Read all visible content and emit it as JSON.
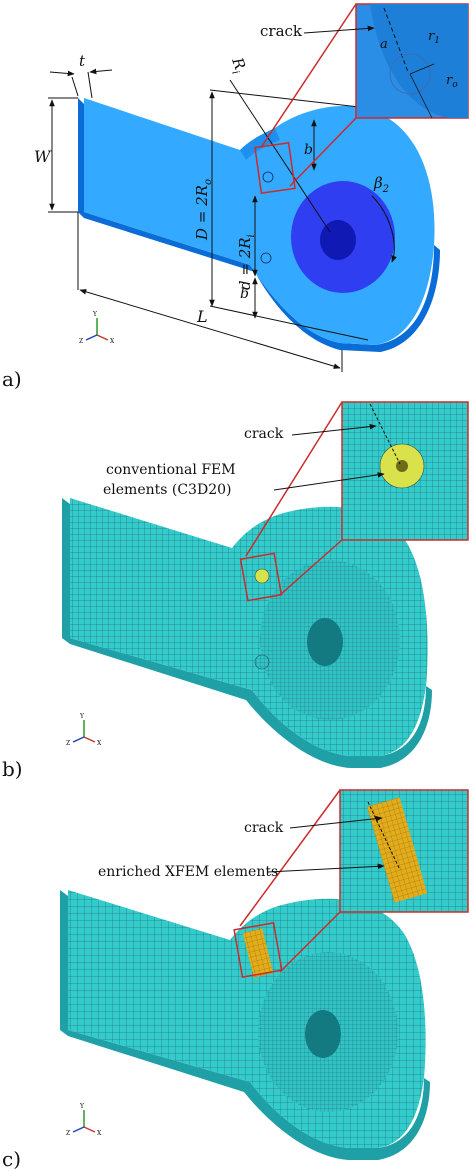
{
  "colors": {
    "part_light": "#33aaff",
    "part_mid": "#1e8fee",
    "part_dark": "#0a6cd6",
    "hole_ring": "#2f3ef0",
    "hole_inner": "#1019b4",
    "mesh": "#33cccc",
    "mesh_dark": "#1f9fa6",
    "mesh_line": "#2a4f55",
    "fem_yellow": "#d9e24a",
    "xfem_orange": "#e3ac1a",
    "callout_red": "#cc2b2b",
    "text": "#111111"
  },
  "panel_a": {
    "letter": "a)",
    "dims": {
      "t": "t",
      "W": "W",
      "L": "L",
      "b_top": "b",
      "b_bottom": "b",
      "D": "D = 2R",
      "D_sub": "o",
      "d": "d = 2R",
      "d_sub": "i",
      "R": "R",
      "R_sub": "i",
      "beta": "β",
      "beta_sub": "2"
    },
    "crack_label": "crack",
    "inset": {
      "a": "a",
      "r1": "r",
      "r1_sub": "1",
      "ro": "r",
      "ro_sub": "o"
    },
    "triad": {
      "y": "Y",
      "z": "Z",
      "x": "X"
    }
  },
  "panel_b": {
    "letter": "b)",
    "crack_label": "crack",
    "elements_label_1": "conventional FEM",
    "elements_label_2": "elements (C3D20)",
    "triad": {
      "y": "Y",
      "z": "Z",
      "x": "X"
    }
  },
  "panel_c": {
    "letter": "c)",
    "crack_label": "crack",
    "elements_label": "enriched XFEM elements",
    "triad": {
      "y": "Y",
      "z": "Z",
      "x": "X"
    }
  }
}
